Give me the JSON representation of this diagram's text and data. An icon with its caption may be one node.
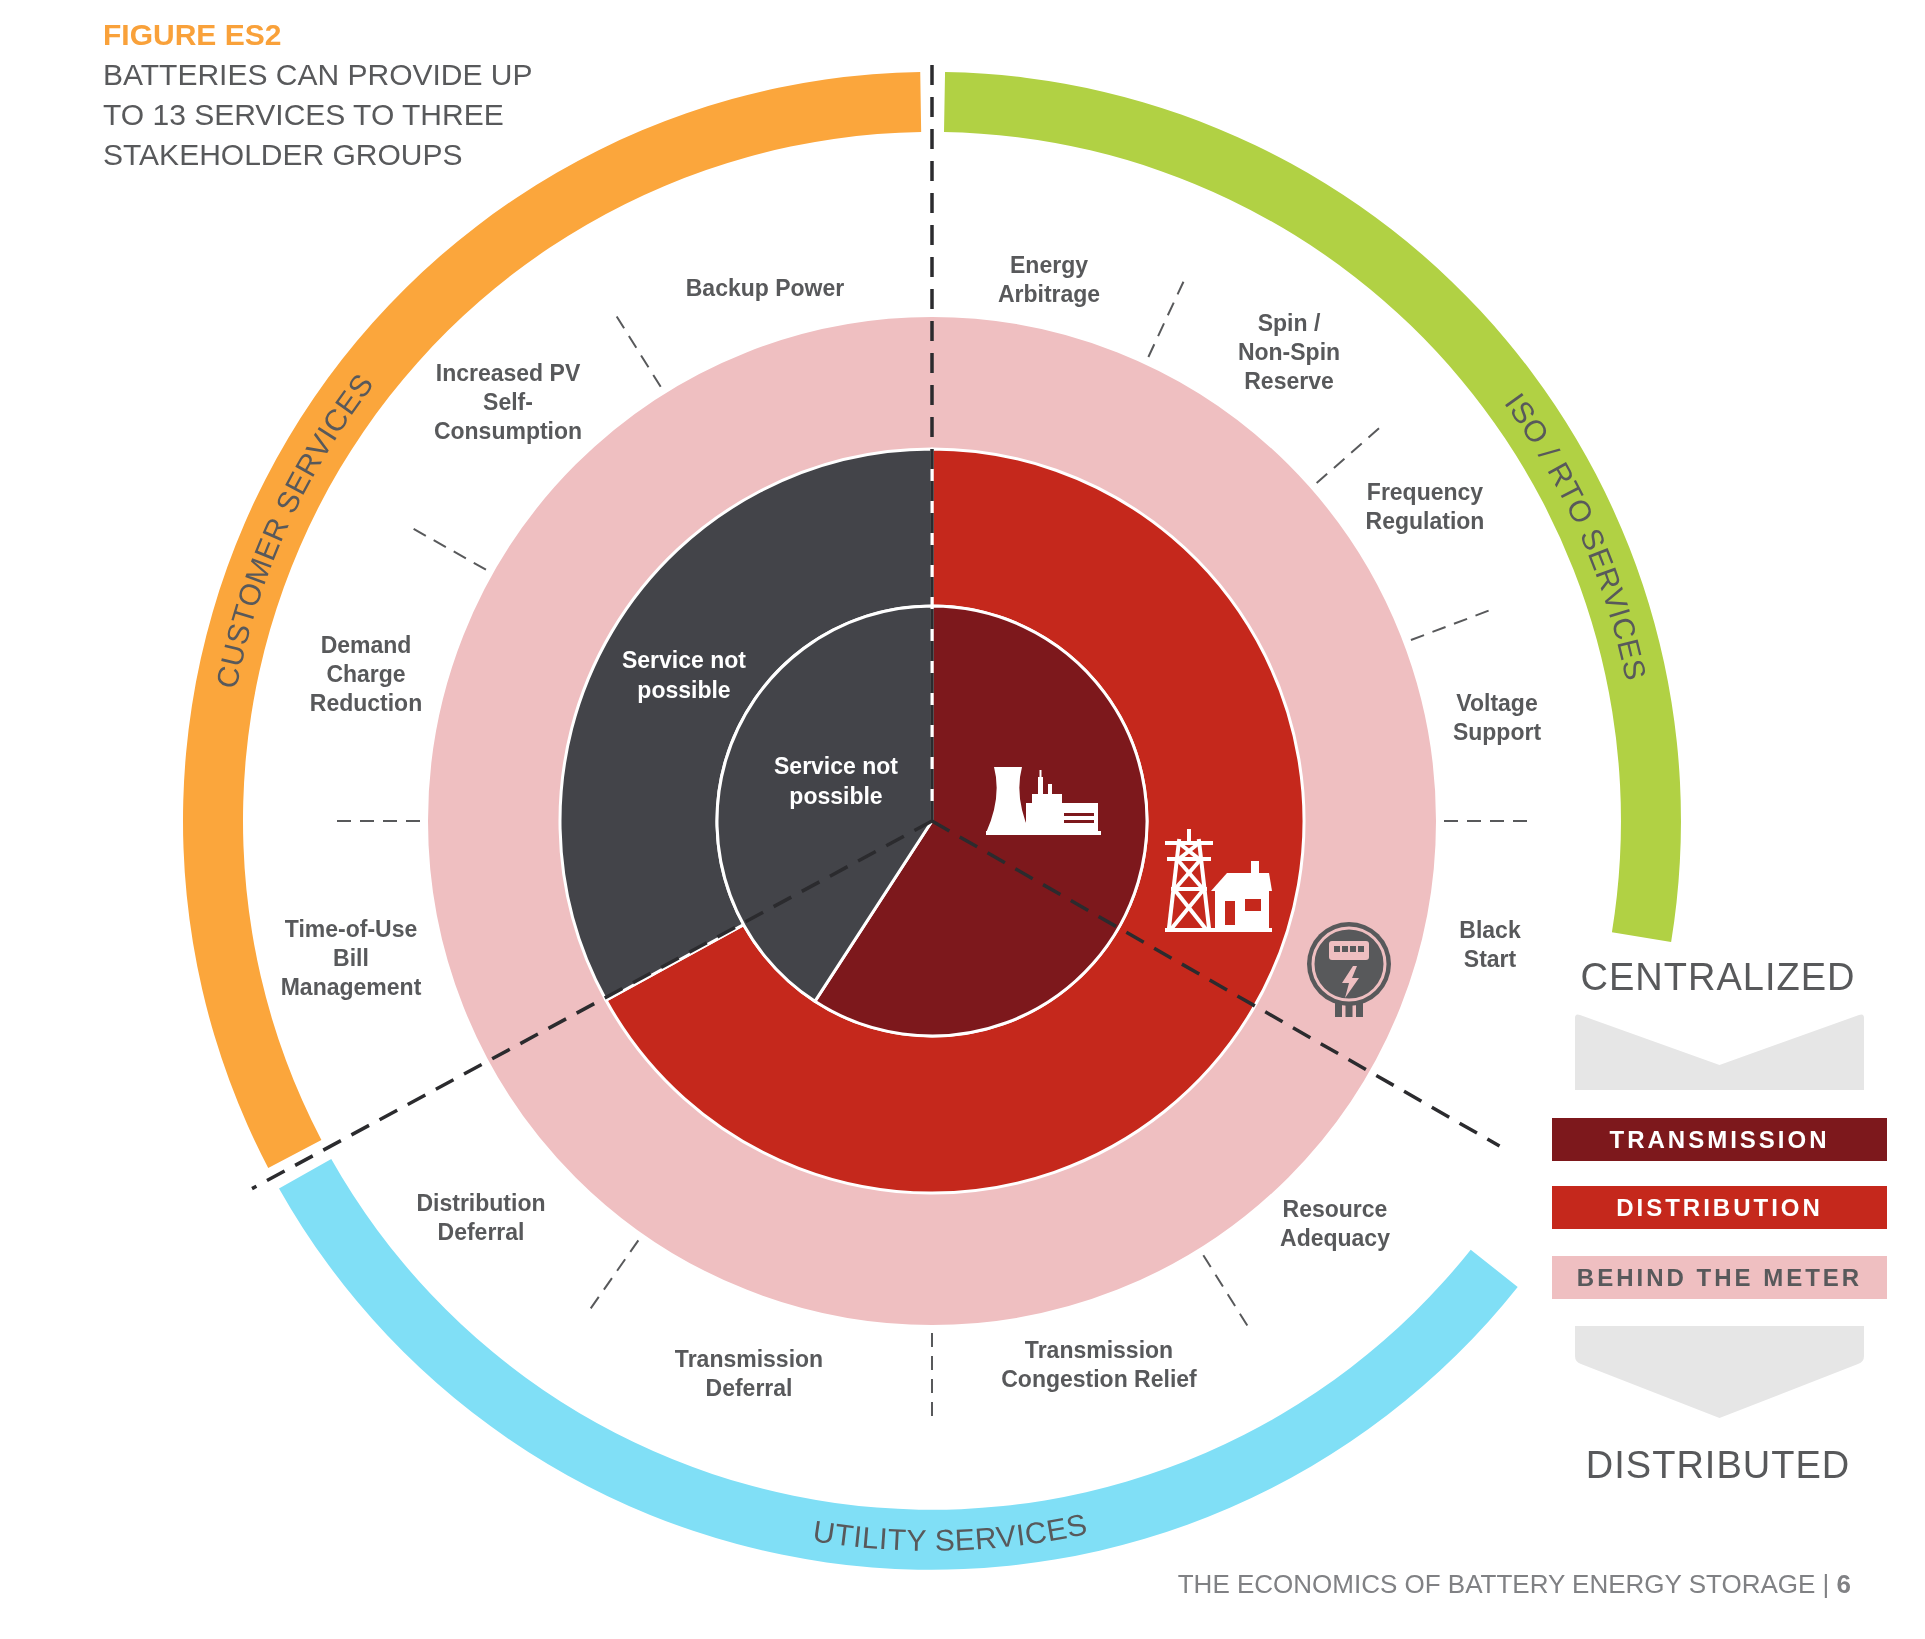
{
  "diagram": {
    "title": "BATTERIES CAN PROVIDE UP TO 13 SERVICES TO THREE STAKEHOLDER GROUPS",
    "nodes": [
      {
        "text": [
          "CUSTOMER SERVICES"
        ]
      },
      {
        "text": [
          "ISO / RTO SERVICES"
        ]
      },
      {
        "text": [
          "Service not possible"
        ]
      },
      {
        "text": [
          "Service not possible"
        ]
      },
      {
        "text": [
          "UTILITY SERVICES"
        ]
      }
    ],
    "labels": [
      "FIGURE ES2",
      "Backup Power",
      "Energy Arbitrage",
      "Spin / Non-Spin Reserve",
      "Frequency Regulation",
      "Voltage Support",
      "Black Start",
      "Resource Adequacy",
      "Transmission Congestion Relief",
      "Transmission Deferral",
      "Distribution Deferral",
      "Time-of-Use Bill Management",
      "Demand Charge Reduction",
      "Increased PV Self-Consumption",
      "CENTRALIZED",
      "DISTRIBUTED",
      "THE ECONOMICS OF BATTERY ENERGY STORAGE | **6**"
    ],
    "legend": [
      {
        "text": "TRANSMISSION",
        "color": "#7d181c"
      },
      {
        "text": "DISTRIBUTION",
        "color": "#c5281c"
      },
      {
        "text": "BEHIND THE METER",
        "color": "#efbfc1"
      }
    ]
  }
}
